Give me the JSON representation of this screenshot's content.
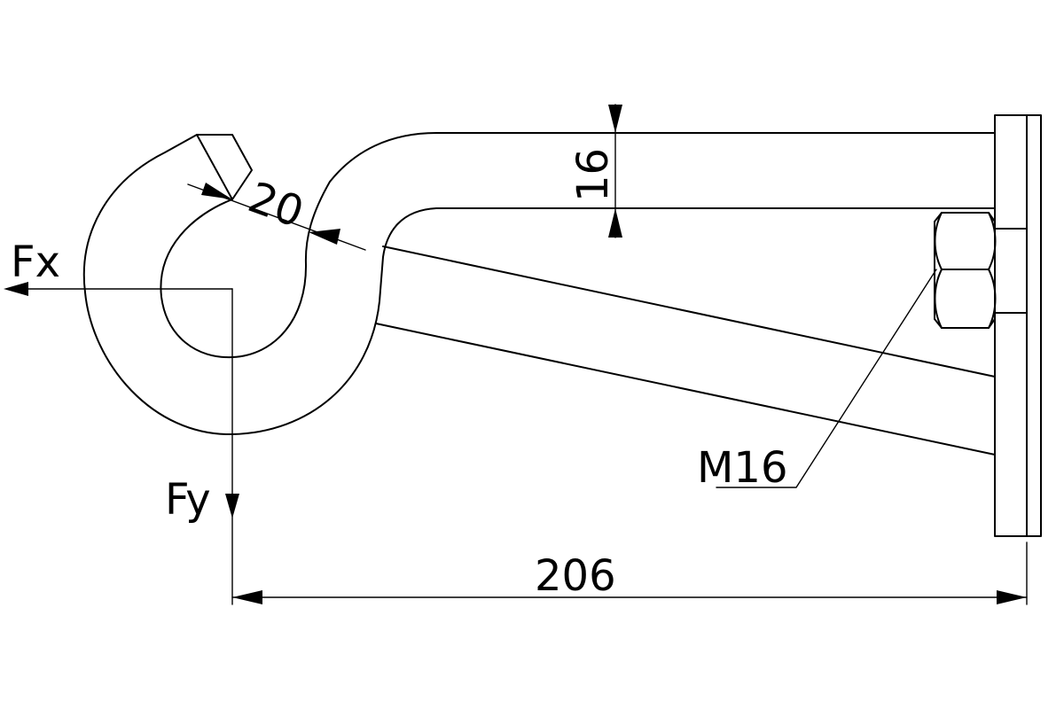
{
  "labels": {
    "force_x": "Fx",
    "force_y": "Fy",
    "hook_gap": "20",
    "rod_thickness": "16",
    "nut_thread": "M16",
    "overall_length": "206"
  },
  "colors": {
    "stroke": "#000000",
    "background": "#ffffff"
  }
}
